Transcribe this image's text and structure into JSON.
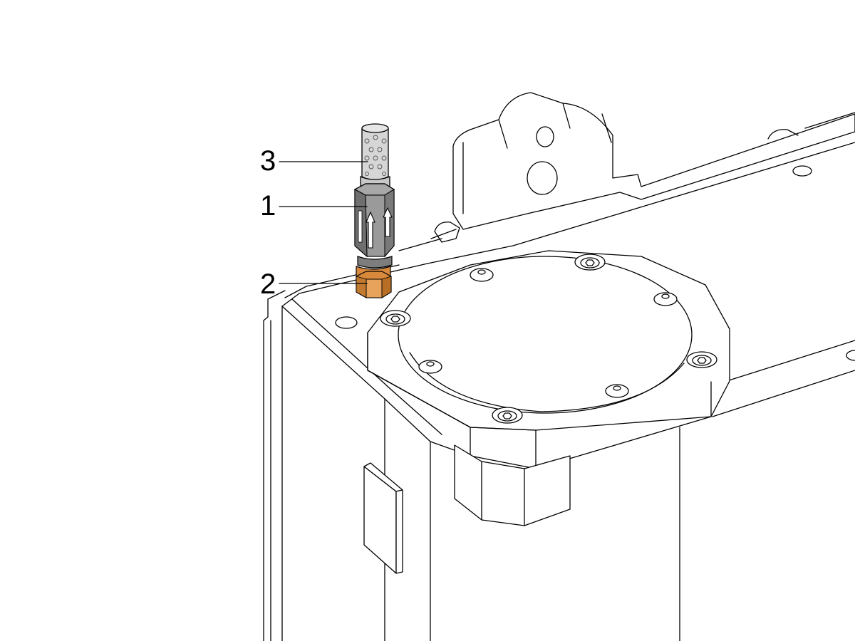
{
  "callouts": [
    {
      "id": "3",
      "label": "3"
    },
    {
      "id": "1",
      "label": "1"
    },
    {
      "id": "2",
      "label": "2"
    }
  ],
  "colors": {
    "line": "#000000",
    "background": "#ffffff",
    "valve_body": "#8f8f8f",
    "valve_body_dark": "#6f6f6f",
    "silencer": "#d6d6d6",
    "adapter": "#d9893c",
    "adapter_dark": "#b86e24"
  },
  "icons": [
    "arrow-up-icon",
    "arrow-up-icon"
  ]
}
